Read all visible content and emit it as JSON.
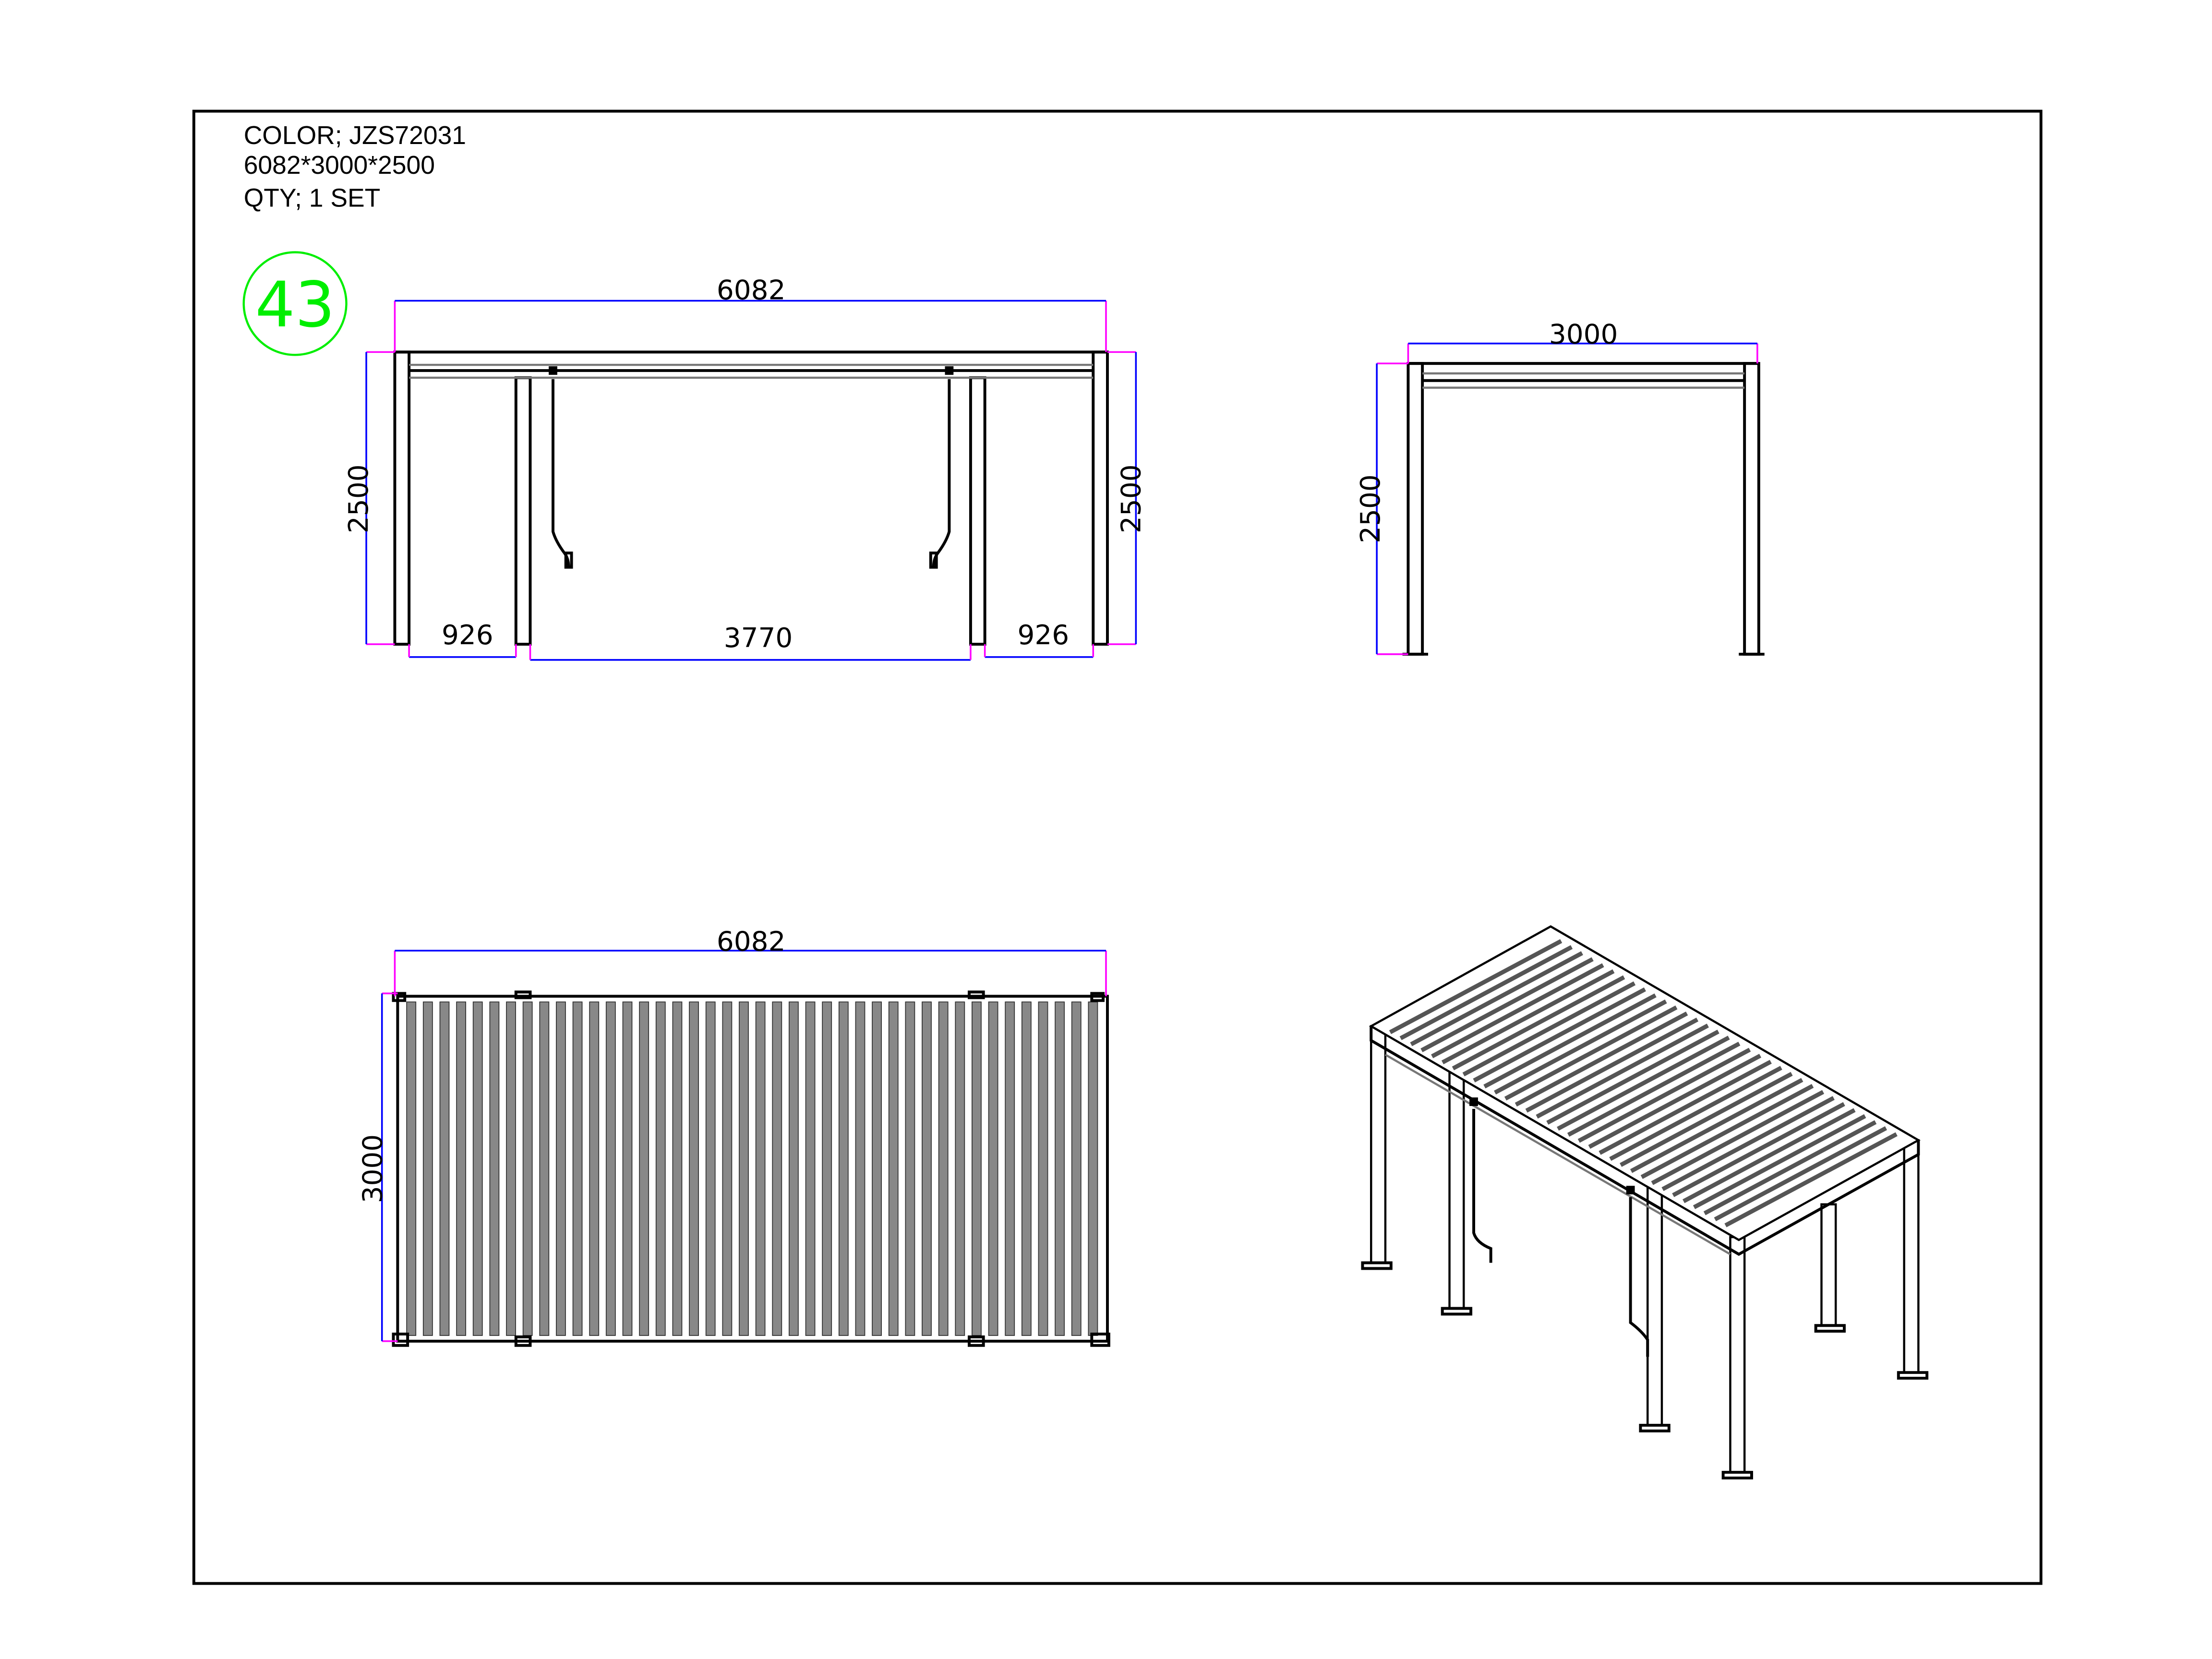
{
  "header": {
    "color_line": "COLOR;  JZS72031",
    "size_line": "6082*3000*2500",
    "qty_line": "QTY; 1 SET"
  },
  "badge": {
    "number": "43"
  },
  "front_view": {
    "width": "6082",
    "height_left": "2500",
    "height_right": "2500",
    "gap_left": "926",
    "gap_center": "3770",
    "gap_right": "926"
  },
  "side_view": {
    "width": "3000",
    "height": "2500"
  },
  "top_view": {
    "width": "6082",
    "depth": "3000",
    "slat_count": 42
  },
  "iso_view": {
    "slat_count": 34
  },
  "colors": {
    "dimension": "#0000ff",
    "extension": "#ff00ff",
    "badge": "#00ee00"
  }
}
